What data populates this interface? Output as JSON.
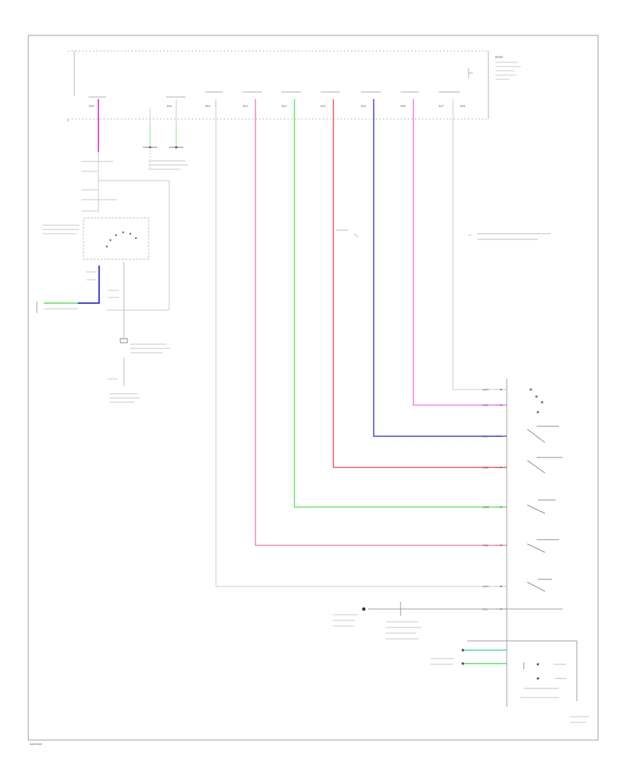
{
  "diagram": {
    "footer_code": "WA00042",
    "ecm_label": "ECM",
    "colors": {
      "frame": "#9a9a9a",
      "wire_gray": "#c8c8c8",
      "violet": "#e64bd8",
      "pink_red": "#f4728c",
      "green": "#4fe04f",
      "red": "#ee3c3c",
      "blue": "#3838dd",
      "pink": "#f060f0",
      "light_green": "#a8eea8",
      "cyan_green": "#40d8b0"
    },
    "pins": [
      {
        "id": "p1",
        "label": "B29",
        "color": "violet"
      },
      {
        "id": "p2",
        "label": "B16",
        "color": "wire_gray"
      },
      {
        "id": "p3",
        "label": "B18",
        "color": "wire_gray"
      },
      {
        "id": "p4",
        "label": "B10",
        "color": "wire_gray"
      },
      {
        "id": "p5",
        "label": "B21",
        "color": "pink_red"
      },
      {
        "id": "p6",
        "label": "B22",
        "color": "green"
      },
      {
        "id": "p7",
        "label": "B24",
        "color": "red"
      },
      {
        "id": "p8",
        "label": "B26",
        "color": "blue"
      },
      {
        "id": "p9",
        "label": "B27",
        "color": "pink"
      },
      {
        "id": "p10",
        "label": "B28",
        "color": "wire_gray"
      }
    ],
    "switch_rows": [
      {
        "id": "r1",
        "wire": "GRY",
        "color": "wire_gray"
      },
      {
        "id": "r2",
        "wire": "PNK",
        "color": "pink"
      },
      {
        "id": "r3",
        "wire": "BLU",
        "color": "blue"
      },
      {
        "id": "r4",
        "wire": "RED",
        "color": "red"
      },
      {
        "id": "r5",
        "wire": "GRN",
        "color": "green"
      },
      {
        "id": "r6",
        "wire": "PNK",
        "color": "pink_red"
      },
      {
        "id": "r7",
        "wire": "GRY",
        "color": "wire_gray"
      },
      {
        "id": "r8",
        "wire": "BLK",
        "color": "wire_gray"
      }
    ],
    "bottom_rows": [
      {
        "id": "b1",
        "color": "cyan_green"
      },
      {
        "id": "b2",
        "color": "green"
      }
    ]
  }
}
